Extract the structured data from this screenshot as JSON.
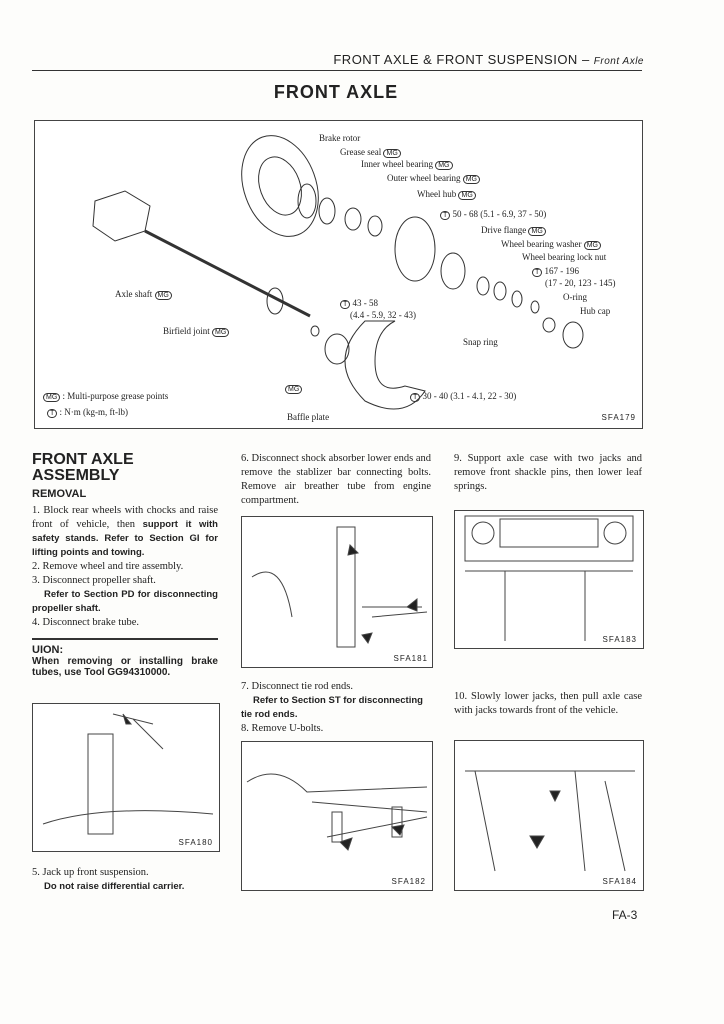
{
  "header": {
    "section": "FRONT AXLE & FRONT SUSPENSION",
    "subsection": "Front Axle"
  },
  "title": "FRONT AXLE",
  "diagram": {
    "code": "SFA179",
    "labels": {
      "brake_rotor": "Brake rotor",
      "grease_seal": "Grease seal",
      "inner_bearing": "Inner wheel bearing",
      "outer_bearing": "Outer wheel bearing",
      "wheel_hub": "Wheel hub",
      "torque1": "50 - 68 (5.1 - 6.9, 37 - 50)",
      "drive_flange": "Drive flange",
      "washer": "Wheel bearing washer",
      "lock_nut": "Wheel bearing lock nut",
      "torque2a": "167 - 196",
      "torque2b": "(17 - 20, 123 - 145)",
      "o_ring": "O-ring",
      "hub_cap": "Hub cap",
      "torque3a": "43 - 58",
      "torque3b": "(4.4 - 5.9, 32 - 43)",
      "snap_ring": "Snap ring",
      "torque4": "30 - 40 (3.1 - 4.1, 22 - 30)",
      "baffle_plate": "Baffle plate",
      "axle_shaft": "Axle shaft",
      "birfield": "Birfield joint"
    },
    "mg": "MG",
    "t": "T",
    "legend": {
      "mg": ": Multi-purpose grease points",
      "t": ": N·m (kg-m, ft-lb)"
    }
  },
  "col1": {
    "heading": "FRONT AXLE ASSEMBLY",
    "sub": "REMOVAL",
    "s1": "1.  Block rear wheels with chocks and raise front of vehicle, then ",
    "s1b": "support it with safety stands. Refer to Section GI for lifting points and towing.",
    "s2": "2.  Remove wheel and tire assembly.",
    "s3": "3.  Disconnect propeller shaft.",
    "s3b": "Refer to Section PD for disconnecting propeller shaft.",
    "s4": "4.  Disconnect brake tube.",
    "caution_title": "UION:",
    "caution": "When removing or installing brake tubes, use Tool GG94310000.",
    "fig": "SFA180",
    "s5": "5.  Jack up front suspension.",
    "s5b": "Do not raise differential carrier."
  },
  "col2": {
    "s6": "6.  Disconnect shock absorber lower ends and remove the stablizer bar connecting bolts. Remove air breather tube from engine compartment.",
    "fig1": "SFA181",
    "s7": "7.  Disconnect tie rod ends.",
    "s7b": "Refer to Section ST for disconnecting tie rod ends.",
    "s8": "8.  Remove U-bolts.",
    "fig2": "SFA182"
  },
  "col3": {
    "s9": "9.  Support axle case with two jacks and remove front shackle pins, then lower leaf springs.",
    "fig1": "SFA183",
    "s10": "10. Slowly lower jacks, then pull axle case with jacks towards front of the vehicle.",
    "fig2": "SFA184"
  },
  "page_number": "FA-3"
}
